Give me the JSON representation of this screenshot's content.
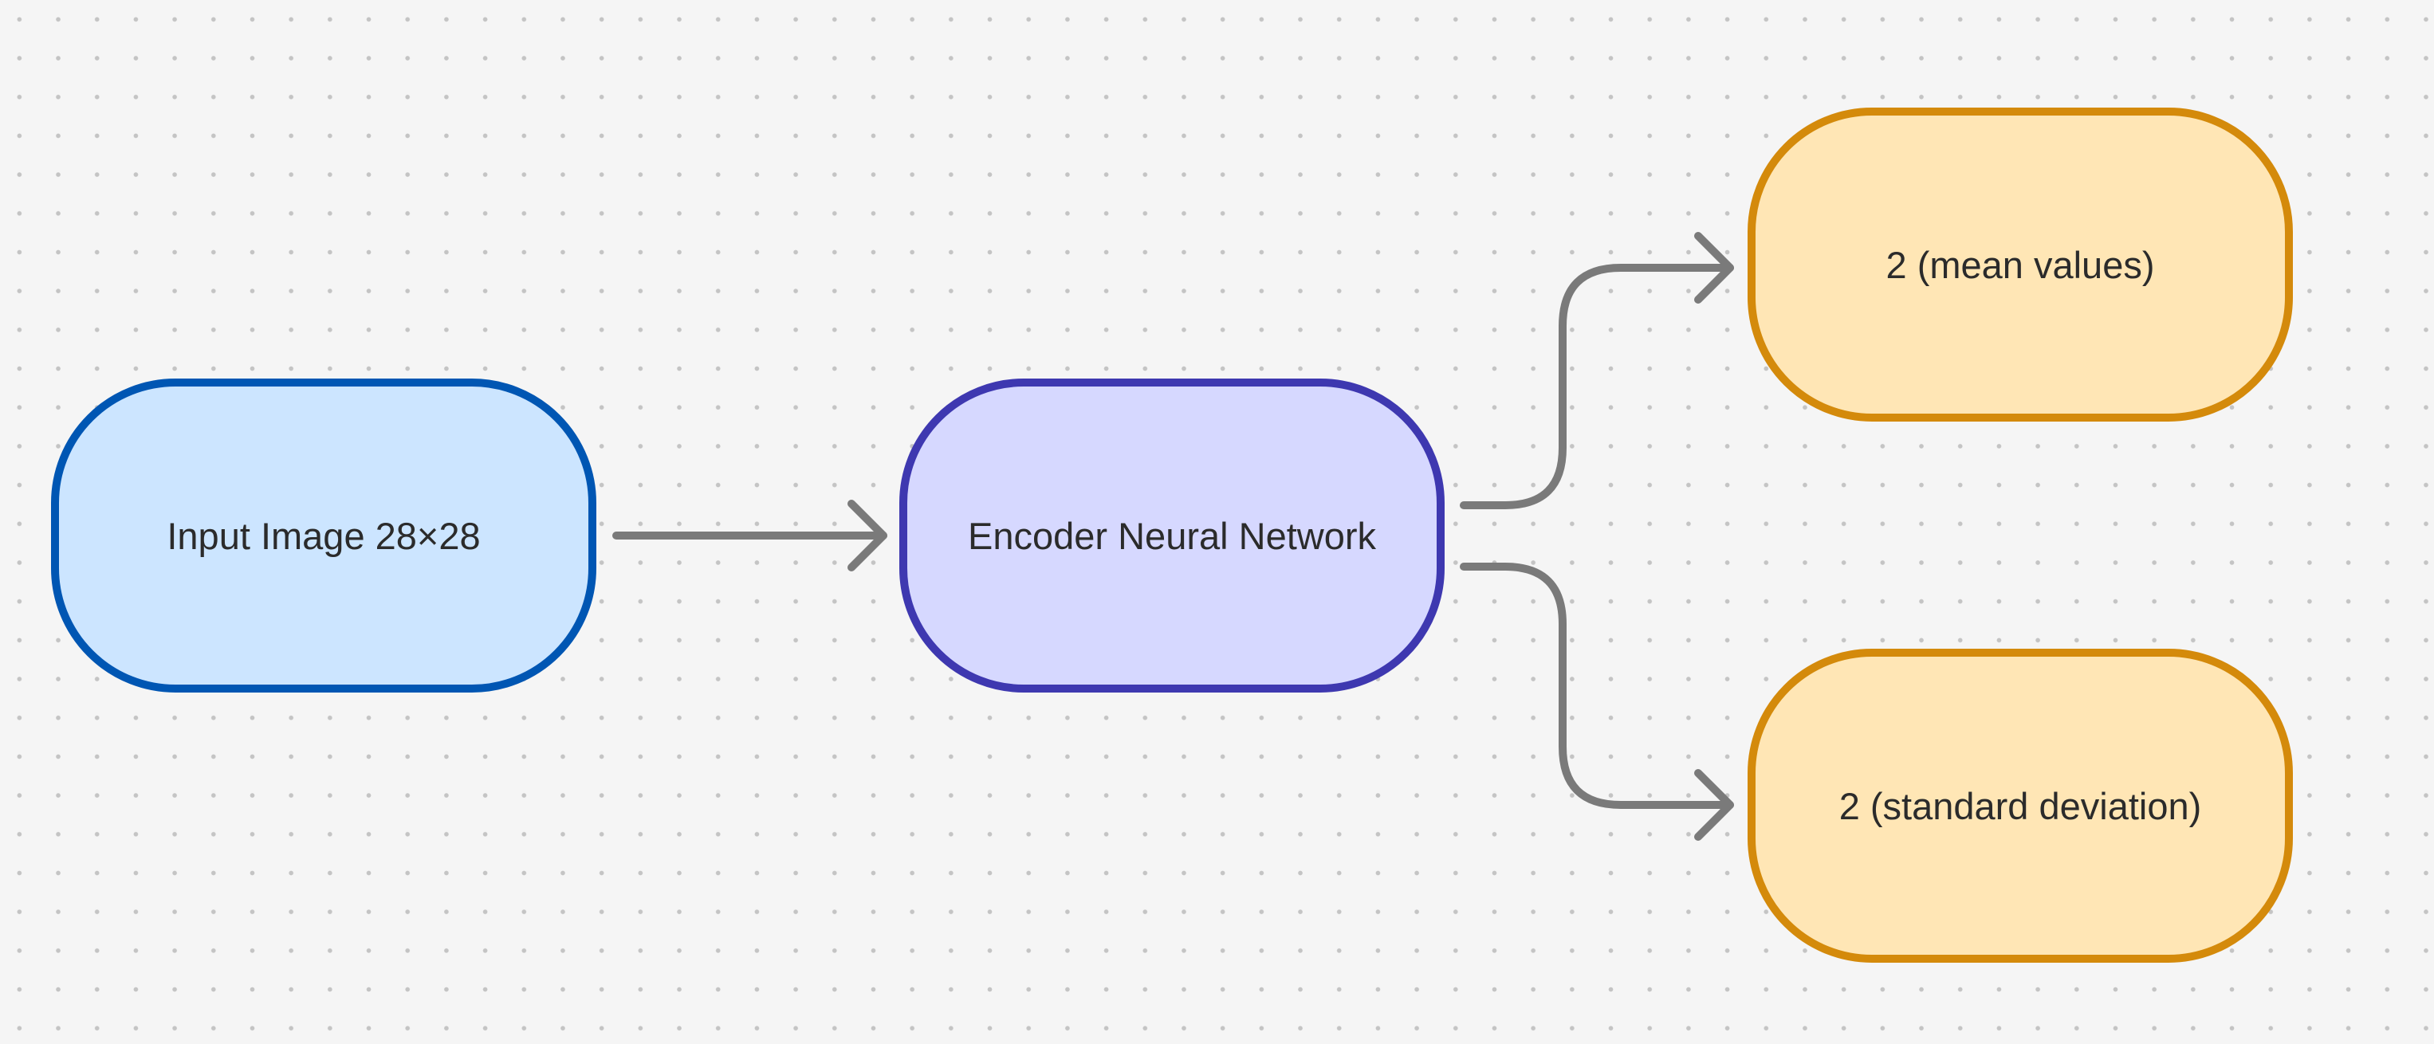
{
  "diagram": {
    "nodes": [
      {
        "id": "input",
        "label": "Input Image 28×28",
        "fill": "#cce5ff",
        "stroke": "#0056b3"
      },
      {
        "id": "encoder",
        "label": "Encoder Neural Network",
        "fill": "#d6d8ff",
        "stroke": "#3e38b0"
      },
      {
        "id": "mean",
        "label": "2 (mean values)",
        "fill": "#ffe6b5",
        "stroke": "#d48a0b"
      },
      {
        "id": "std",
        "label": "2 (standard deviation)",
        "fill": "#ffe6b5",
        "stroke": "#d48a0b"
      }
    ],
    "edges": [
      {
        "from": "input",
        "to": "encoder"
      },
      {
        "from": "encoder",
        "to": "mean"
      },
      {
        "from": "encoder",
        "to": "std"
      }
    ],
    "colors": {
      "background": "#f5f5f5",
      "grid_dot": "#c4c4c4",
      "connector": "#7a7a7a"
    }
  }
}
